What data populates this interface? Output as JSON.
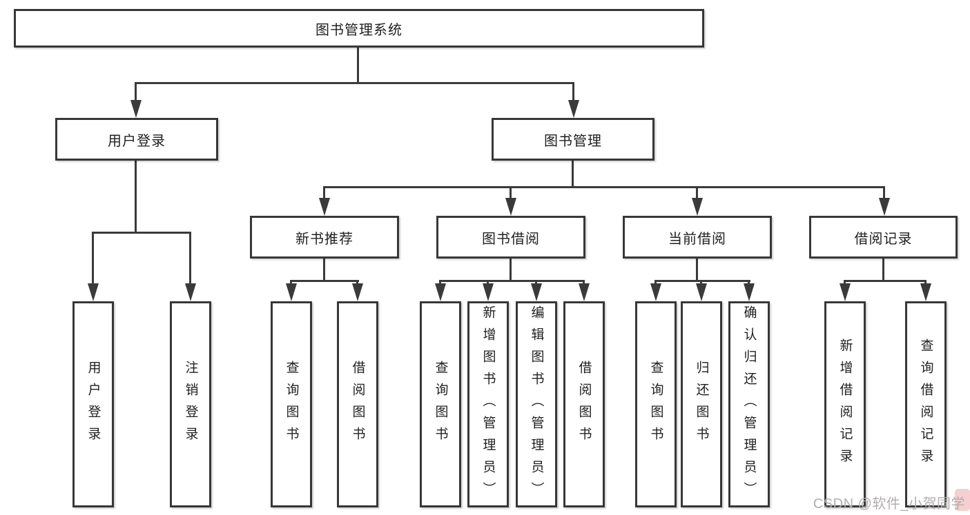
{
  "colors": {
    "line": "#3a3a3a",
    "box_border": "#373737",
    "box_fill": "#ffffff",
    "text": "#1f1f1f",
    "watermark_text": "#b3aeae",
    "watermark_accent": "#eda9a9"
  },
  "tree": {
    "label": "图书管理系统",
    "children": [
      {
        "label": "用户登录",
        "children": [
          {
            "label": "用户登录"
          },
          {
            "label": "注销登录"
          }
        ]
      },
      {
        "label": "图书管理",
        "children": [
          {
            "label": "新书推荐",
            "children": [
              {
                "label": "查询图书"
              },
              {
                "label": "借阅图书"
              }
            ]
          },
          {
            "label": "图书借阅",
            "children": [
              {
                "label": "查询图书"
              },
              {
                "label": "新增图书（管理员）"
              },
              {
                "label": "编辑图书（管理员）"
              },
              {
                "label": "借阅图书"
              }
            ]
          },
          {
            "label": "当前借阅",
            "children": [
              {
                "label": "查询图书"
              },
              {
                "label": "归还图书"
              },
              {
                "label": "确认归还（管理员）"
              }
            ]
          },
          {
            "label": "借阅记录",
            "children": [
              {
                "label": "新增借阅记录"
              },
              {
                "label": "查询借阅记录"
              }
            ]
          }
        ]
      }
    ]
  },
  "watermark": {
    "text": "CSDN @软件_小贺同学"
  }
}
